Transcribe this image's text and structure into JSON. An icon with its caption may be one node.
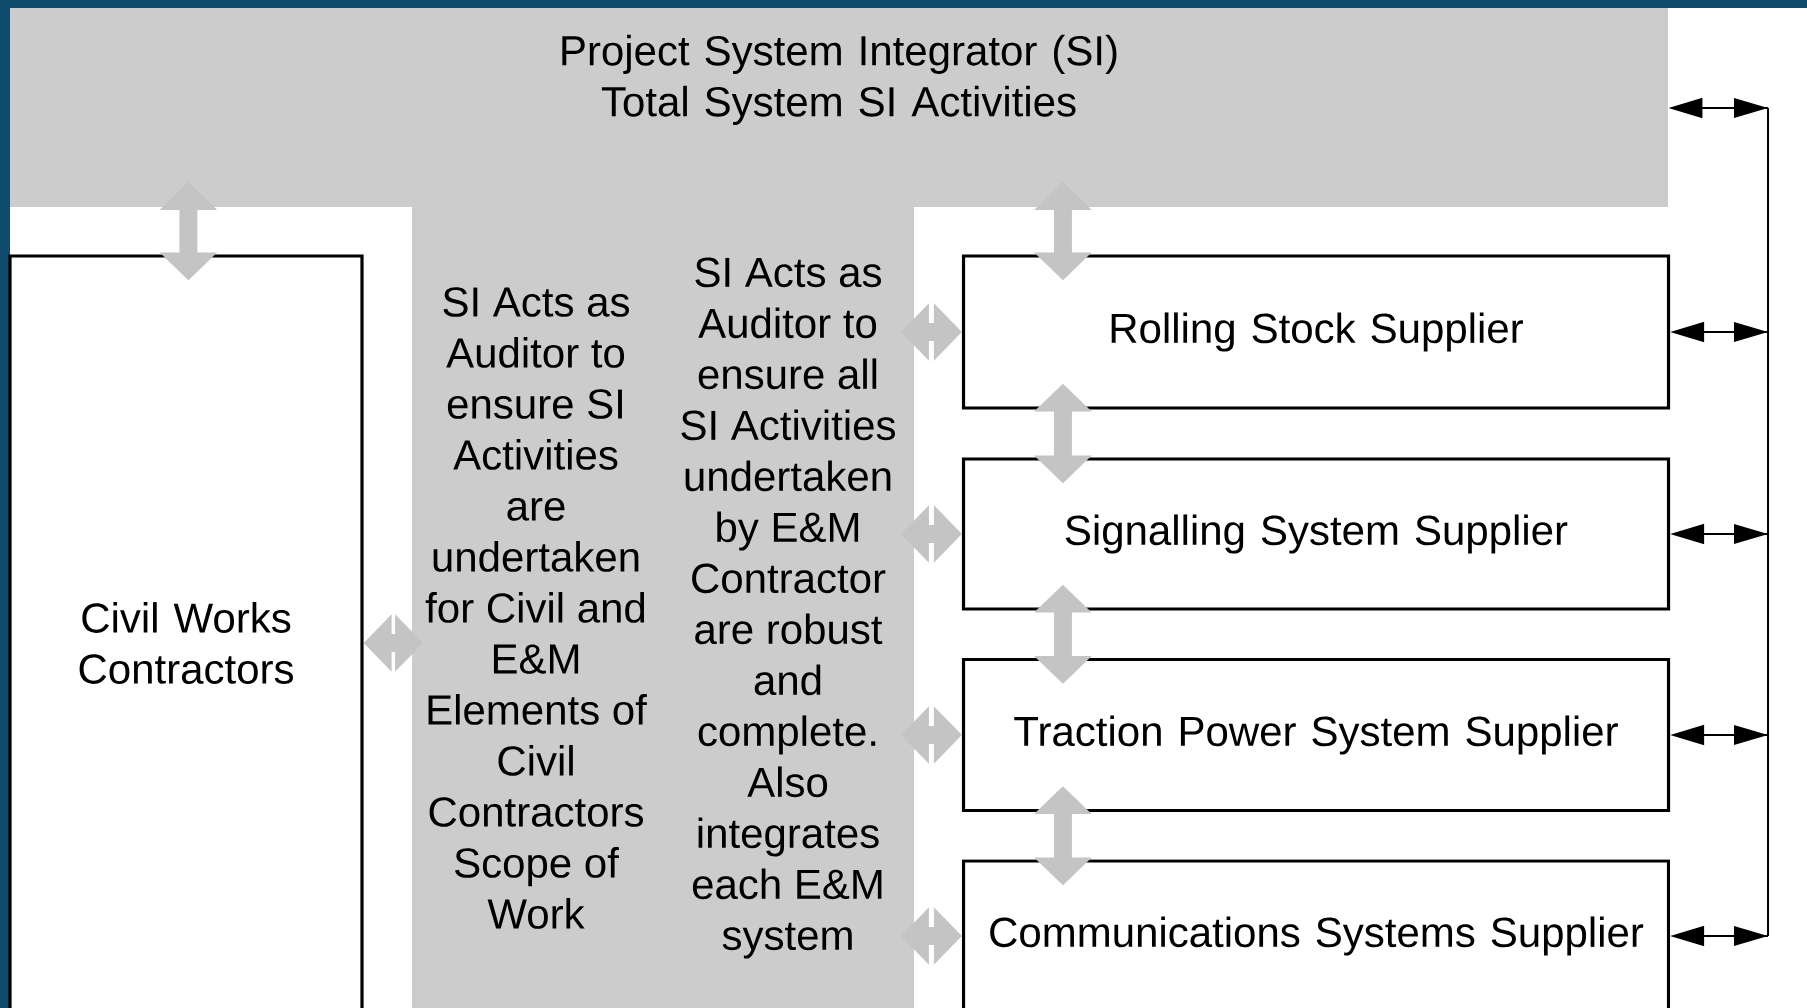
{
  "diagram": {
    "nodes": [
      {
        "text": [
          "Project System Integrator (SI)",
          "Total System SI Activities"
        ]
      },
      {
        "text": [
          "SI Acts as Auditor to ensure SI Activities are undertaken for Civil and E&M Elements of Civil Contractors Scope of Work"
        ],
        "in": 0
      },
      {
        "text": [
          "SI Acts as Auditor to ensure all SI Activities undertaken by E&M Contractor are robust and complete. Also integrates each E&M system"
        ],
        "in": 0
      },
      {
        "text": [
          "Civil Works Contractors"
        ]
      },
      {
        "text": [
          "Rolling Stock Supplier"
        ]
      },
      {
        "text": [
          "Signalling System Supplier"
        ]
      },
      {
        "text": [
          "Traction Power System Supplier"
        ]
      },
      {
        "text": [
          "Communications Systems Supplier"
        ]
      }
    ],
    "edges": [
      {
        "from": 0,
        "to": 3,
        "arrow": "both"
      },
      {
        "from": 0,
        "to": 4,
        "arrow": "both"
      },
      {
        "from": 3,
        "to": 1,
        "arrow": "both"
      },
      {
        "from": 2,
        "to": 4,
        "arrow": "both"
      },
      {
        "from": 2,
        "to": 5,
        "arrow": "both"
      },
      {
        "from": 2,
        "to": 6,
        "arrow": "both"
      },
      {
        "from": 2,
        "to": 7,
        "arrow": "both"
      },
      {
        "from": 4,
        "to": 5,
        "arrow": "both"
      },
      {
        "from": 5,
        "to": 6,
        "arrow": "both"
      },
      {
        "from": 6,
        "to": 7,
        "arrow": "both"
      },
      {
        "from": 0,
        "to": 4,
        "arrow": "both",
        "color": "#000000"
      },
      {
        "from": 0,
        "to": 5,
        "arrow": "both",
        "color": "#000000"
      },
      {
        "from": 0,
        "to": 6,
        "arrow": "both",
        "color": "#000000"
      },
      {
        "from": 0,
        "to": 7,
        "arrow": "both",
        "color": "#000000"
      }
    ]
  }
}
